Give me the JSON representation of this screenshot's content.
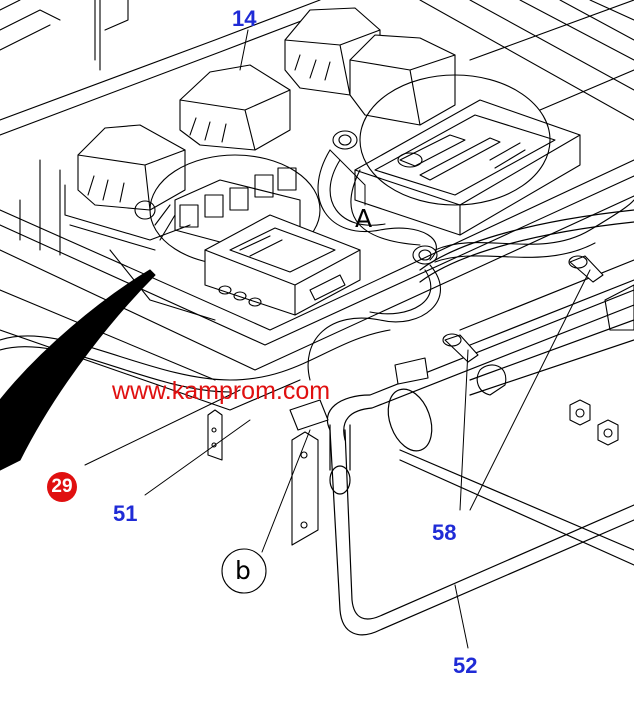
{
  "diagram": {
    "callouts": {
      "c14": "14",
      "c29": "29",
      "c51": "51",
      "c58": "58",
      "c52": "52"
    },
    "letters": {
      "a": "A",
      "b": "b"
    },
    "watermark": "www.kamprom.com",
    "colors": {
      "callout_blue": "#1f2bd6",
      "badge_red": "#e01010",
      "watermark_red": "#e01010",
      "line": "#000000"
    }
  }
}
